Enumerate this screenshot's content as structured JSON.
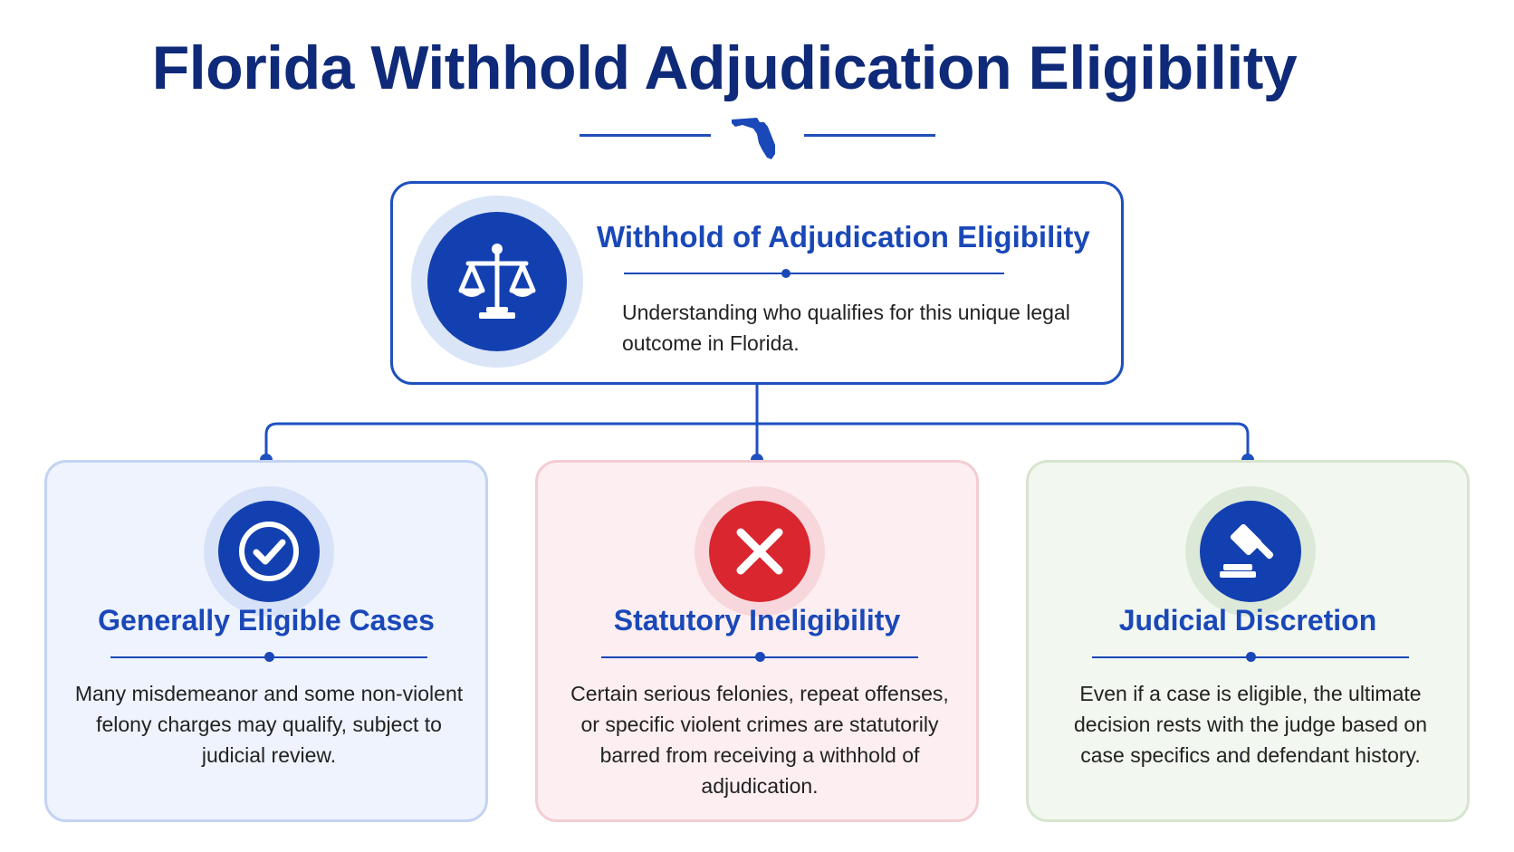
{
  "header": {
    "title": "Florida Withhold Adjudication Eligibility"
  },
  "main_card": {
    "title": "Withhold of Adjudication Eligibility",
    "description": "Understanding who qualifies for this unique legal outcome in Florida."
  },
  "cards": [
    {
      "title": "Generally Eligible Cases",
      "description": "Many misdemeanor and some non-violent felony charges may qualify, subject to judicial review.",
      "icon": "checkmark-icon",
      "color": "#1340b0"
    },
    {
      "title": "Statutory Ineligibility",
      "description": "Certain serious felonies, repeat offenses, or specific violent crimes are statutorily barred from receiving a withhold of adjudication.",
      "icon": "x-icon",
      "color": "#d9262f"
    },
    {
      "title": "Judicial Discretion",
      "description": "Even if a case is eligible, the ultimate decision rests with the judge based on case specifics and defendant history.",
      "icon": "gavel-icon",
      "color": "#1340b0"
    }
  ],
  "colors": {
    "title": "#0e2a78",
    "accent": "#1a48b8",
    "line": "#1e50c0"
  }
}
